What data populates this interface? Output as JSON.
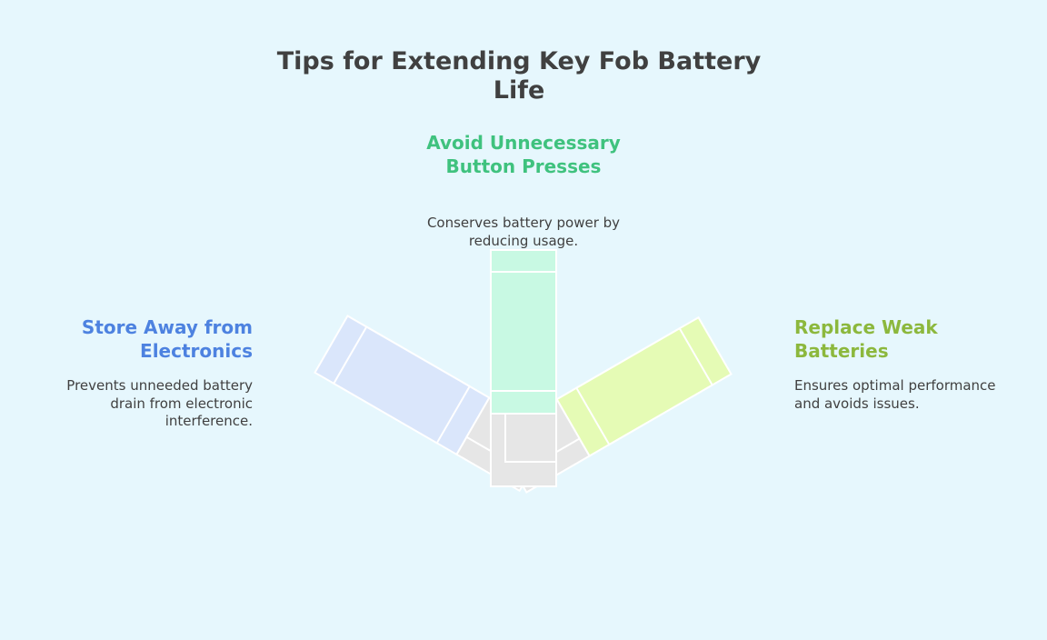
{
  "title": "Tips for Extending Key Fob Battery Life",
  "colors": {
    "background": "#e6f7fd",
    "avoid": "#3fc27e",
    "store": "#4d82e0",
    "replace": "#8cb83d",
    "text": "#404040"
  },
  "tips": {
    "avoid": {
      "heading": "Avoid Unnecessary Button Presses",
      "description": "Conserves battery power by reducing usage."
    },
    "store": {
      "heading": "Store Away from Electronics",
      "description": "Prevents unneeded battery drain from electronic interference."
    },
    "replace": {
      "heading": "Replace Weak Batteries",
      "description": "Ensures optimal performance and avoids issues."
    }
  }
}
